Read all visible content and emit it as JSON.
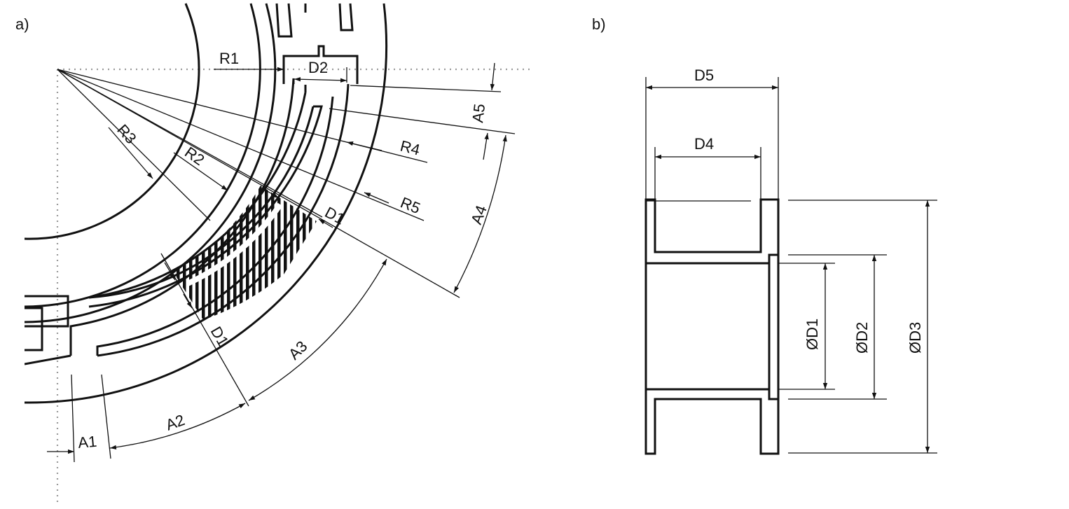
{
  "panels": {
    "a": "a)",
    "b": "b)"
  },
  "labels_a": {
    "R1": "R1",
    "R2": "R2",
    "R3": "R3",
    "R4": "R4",
    "R5": "R5",
    "D1_top": "D1",
    "D1_bottom": "D1",
    "D2": "D2",
    "A1": "A1",
    "A2": "A2",
    "A3": "A3",
    "A4": "A4",
    "A5": "A5"
  },
  "labels_b": {
    "D5": "D5",
    "D4": "D4",
    "OD1": "ØD1",
    "OD2": "ØD2",
    "OD3": "ØD3"
  },
  "colors": {
    "line": "#111111",
    "construction": "#9a9a9a",
    "background": "#ffffff"
  }
}
